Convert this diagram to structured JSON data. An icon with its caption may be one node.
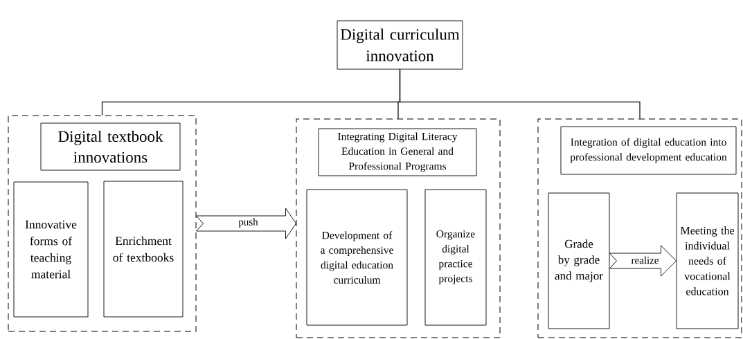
{
  "diagram": {
    "nodes": [
      {
        "text": [
          "Digital curriculum innovation"
        ]
      },
      {
        "text": [],
        "shape": "box"
      },
      {
        "text": [
          "Digital textbook innovations"
        ],
        "in": 1
      },
      {
        "text": [
          "Innovative forms of teaching material"
        ],
        "in": 1
      },
      {
        "text": [
          "Enrichment of textbooks"
        ],
        "in": 1
      },
      {
        "text": [],
        "shape": "box"
      },
      {
        "text": [
          "Integrating Digital Literacy Education in General and Professional Programs"
        ],
        "in": 5
      },
      {
        "text": [
          "Development of a comprehensive digital education curriculum"
        ],
        "in": 5
      },
      {
        "text": [
          "Organize digital practice projects"
        ],
        "in": 5
      },
      {
        "text": [],
        "shape": "box"
      },
      {
        "text": [
          "Integration of digital education into professional development education"
        ],
        "in": 9
      },
      {
        "text": [
          "Grade by grade and major"
        ],
        "in": 9
      },
      {
        "text": [
          "Meeting the individual needs of vocational education"
        ],
        "in": 9
      }
    ],
    "edges": [
      {
        "from": 0,
        "to": 1,
        "arrow": "none"
      },
      {
        "from": 0,
        "to": 5,
        "arrow": "none"
      },
      {
        "from": 0,
        "to": 9,
        "arrow": "none"
      },
      {
        "from": 1,
        "to": 5,
        "arrow": "to",
        "label": "push"
      },
      {
        "from": 11,
        "to": 12,
        "arrow": "to",
        "label": "realize"
      }
    ]
  }
}
